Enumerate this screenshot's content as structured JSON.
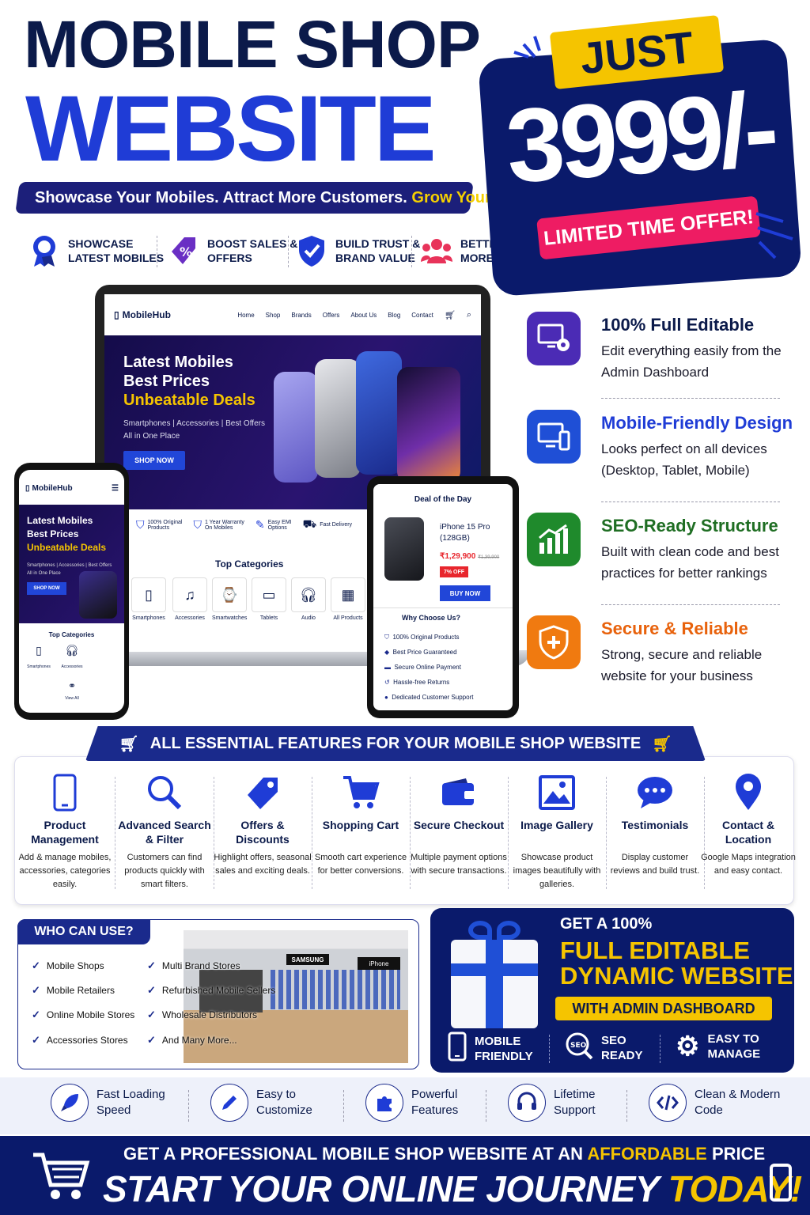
{
  "header": {
    "title_line1": "MOBILE SHOP",
    "title_line2": "WEBSITE",
    "tagline_main": "Showcase Your Mobiles. Attract More Customers. ",
    "tagline_highlight": "Grow Your Sales."
  },
  "badges": [
    {
      "line1": "SHOWCASE",
      "line2": "LATEST MOBILES",
      "icon": "award-icon"
    },
    {
      "line1": "BOOST SALES &",
      "line2": "OFFERS",
      "icon": "percent-tag-icon"
    },
    {
      "line1": "BUILD TRUST &",
      "line2": "BRAND VALUE",
      "icon": "shield-check-icon"
    },
    {
      "line1": "BETTER SERVICE",
      "line2": "MORE LOYALTY",
      "icon": "users-icon"
    }
  ],
  "price": {
    "just": "JUST",
    "amount": "3999/-",
    "offer": "LIMITED TIME OFFER!"
  },
  "laptop": {
    "logo": "MobileHub",
    "nav": [
      "Home",
      "Shop",
      "Brands",
      "Offers",
      "About Us",
      "Blog",
      "Contact"
    ],
    "hero_line1": "Latest Mobiles",
    "hero_line2": "Best Prices",
    "hero_line3": "Unbeatable Deals",
    "hero_sub1": "Smartphones | Accessories | Best Offers",
    "hero_sub2": "All in One Place",
    "shop_now": "SHOP NOW",
    "features": [
      {
        "line1": "100% Original",
        "line2": "Products"
      },
      {
        "line1": "1 Year Warranty",
        "line2": "On Mobiles"
      },
      {
        "line1": "Easy EMI",
        "line2": "Options"
      },
      {
        "line1": "Fast Delivery",
        "line2": ""
      }
    ],
    "categories_title": "Top Categories",
    "categories": [
      "Smartphones",
      "Accessories",
      "Smartwatches",
      "Tablets",
      "Audio",
      "All Products"
    ]
  },
  "phone": {
    "logo": "MobileHub",
    "hero_line1": "Latest Mobiles",
    "hero_line2": "Best Prices",
    "hero_line3": "Unbeatable Deals",
    "hero_sub1": "Smartphones | Accessories | Best Offers",
    "hero_sub2": "All in One Place",
    "shop_now": "SHOP NOW",
    "categories_title": "Top Categories",
    "categories": [
      "Smartphones",
      "Accessories",
      "View All"
    ]
  },
  "tablet": {
    "deal_title": "Deal of the Day",
    "product_name": "iPhone 15 Pro",
    "product_variant": "(128GB)",
    "price": "₹1,29,900",
    "old_price": "₹1,39,900",
    "discount": "7% OFF",
    "buy_now": "BUY NOW",
    "why_title": "Why Choose Us?",
    "why_items": [
      "100% Original Products",
      "Best Price Guaranteed",
      "Secure Online Payment",
      "Hassle-free Returns",
      "Dedicated Customer Support"
    ]
  },
  "right_features": [
    {
      "title": "100% Full Editable",
      "desc": "Edit everything easily from the Admin Dashboard",
      "icon": "monitor-gear-icon",
      "color": "#4b2bb5",
      "title_color": "#0b1a4a"
    },
    {
      "title": "Mobile-Friendly Design",
      "desc": "Looks perfect on all devices (Desktop, Tablet, Mobile)",
      "icon": "devices-icon",
      "color": "#1f4fd6",
      "title_color": "#1f3cd6"
    },
    {
      "title": "SEO-Ready Structure",
      "desc": "Built with clean code and best practices for better rankings",
      "icon": "chart-growth-icon",
      "color": "#1f8a2c",
      "title_color": "#1f6e23"
    },
    {
      "title": "Secure & Reliable",
      "desc": "Strong, secure and reliable website for your business",
      "icon": "shield-plus-icon",
      "color": "#f07a10",
      "title_color": "#e8620c"
    }
  ],
  "features_banner": "ALL ESSENTIAL FEATURES FOR YOUR MOBILE SHOP WEBSITE",
  "features": [
    {
      "title": "Product Management",
      "desc": "Add & manage mobiles, accessories, categories easily.",
      "icon": "smartphone-icon"
    },
    {
      "title": "Advanced Search & Filter",
      "desc": "Customers can find products quickly with smart filters.",
      "icon": "search-icon"
    },
    {
      "title": "Offers & Discounts",
      "desc": "Highlight offers, seasonal sales and exciting deals.",
      "icon": "tag-icon"
    },
    {
      "title": "Shopping Cart",
      "desc": "Smooth cart experience for better conversions.",
      "icon": "cart-icon"
    },
    {
      "title": "Secure Checkout",
      "desc": "Multiple payment options with secure transactions.",
      "icon": "wallet-icon"
    },
    {
      "title": "Image Gallery",
      "desc": "Showcase product images beautifully with galleries.",
      "icon": "image-icon"
    },
    {
      "title": "Testimonials",
      "desc": "Display customer reviews and build trust.",
      "icon": "chat-bubble-icon"
    },
    {
      "title": "Contact & Location",
      "desc": "Google Maps integration and easy contact.",
      "icon": "location-pin-icon"
    }
  ],
  "who": {
    "title": "WHO CAN USE?",
    "col1": [
      "Mobile Shops",
      "Mobile Retailers",
      "Online Mobile Stores",
      "Accessories Stores"
    ],
    "col2": [
      "Multi Brand Stores",
      "Refurbished Mobile Sellers",
      "Wholesale Distributors",
      "And Many More..."
    ],
    "store_signs": [
      "SAMSUNG",
      "iPhone"
    ]
  },
  "gift": {
    "line1": "GET A 100%",
    "line2": "FULL EDITABLE",
    "line3": "DYNAMIC WEBSITE",
    "line4": "WITH ADMIN DASHBOARD",
    "features": [
      {
        "line1": "MOBILE",
        "line2": "FRIENDLY",
        "icon": "smartphone-icon"
      },
      {
        "line1": "SEO",
        "line2": "READY",
        "icon": "seo-search-icon"
      },
      {
        "line1": "EASY TO",
        "line2": "MANAGE",
        "icon": "gear-icon"
      }
    ]
  },
  "bottom_features": [
    {
      "line1": "Fast Loading",
      "line2": "Speed",
      "icon": "rocket-icon"
    },
    {
      "line1": "Easy to",
      "line2": "Customize",
      "icon": "pencil-icon"
    },
    {
      "line1": "Powerful",
      "line2": "Features",
      "icon": "puzzle-icon"
    },
    {
      "line1": "Lifetime",
      "line2": "Support",
      "icon": "headset-icon"
    },
    {
      "line1": "Clean & Modern",
      "line2": "Code",
      "icon": "code-icon"
    }
  ],
  "footer": {
    "line1_main": "GET A PROFESSIONAL MOBILE SHOP WEBSITE AT AN ",
    "line1_highlight": "AFFORDABLE",
    "line1_end": " PRICE",
    "line2_main": "START YOUR ONLINE JOURNEY ",
    "line2_highlight": "TODAY!"
  }
}
